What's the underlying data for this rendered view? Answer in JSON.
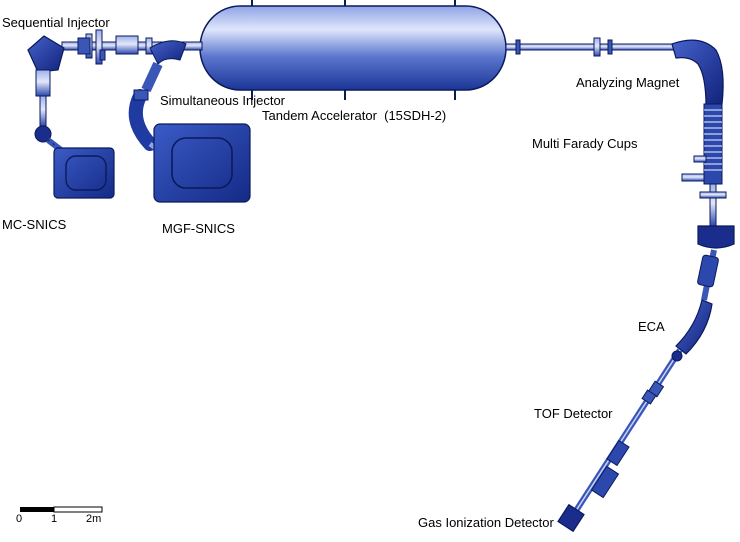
{
  "labels": {
    "sequential_injector": "Sequential Injector",
    "simultaneous_injector": "Simultaneous Injector",
    "tandem_accelerator": "Tandem Accelerator  (15SDH-2)",
    "analyzing_magnet": "Analyzing Magnet",
    "multi_faraday_cups": "Multi Farady Cups",
    "mc_snics": "MC-SNICS",
    "mgf_snics": "MGF-SNICS",
    "eca": "ECA",
    "tof_detector": "TOF Detector",
    "gas_ionization_detector": "Gas Ionization Detector"
  },
  "scale_bar": {
    "tick_0": "0",
    "tick_1": "1",
    "tick_2": "2m"
  },
  "colors": {
    "beamline": "#3a57b8",
    "outline": "#0b1a5c",
    "dark_component": "#1a2d8c",
    "tank_light": "#c9d4f6",
    "tank_dark": "#1f3aa0"
  }
}
